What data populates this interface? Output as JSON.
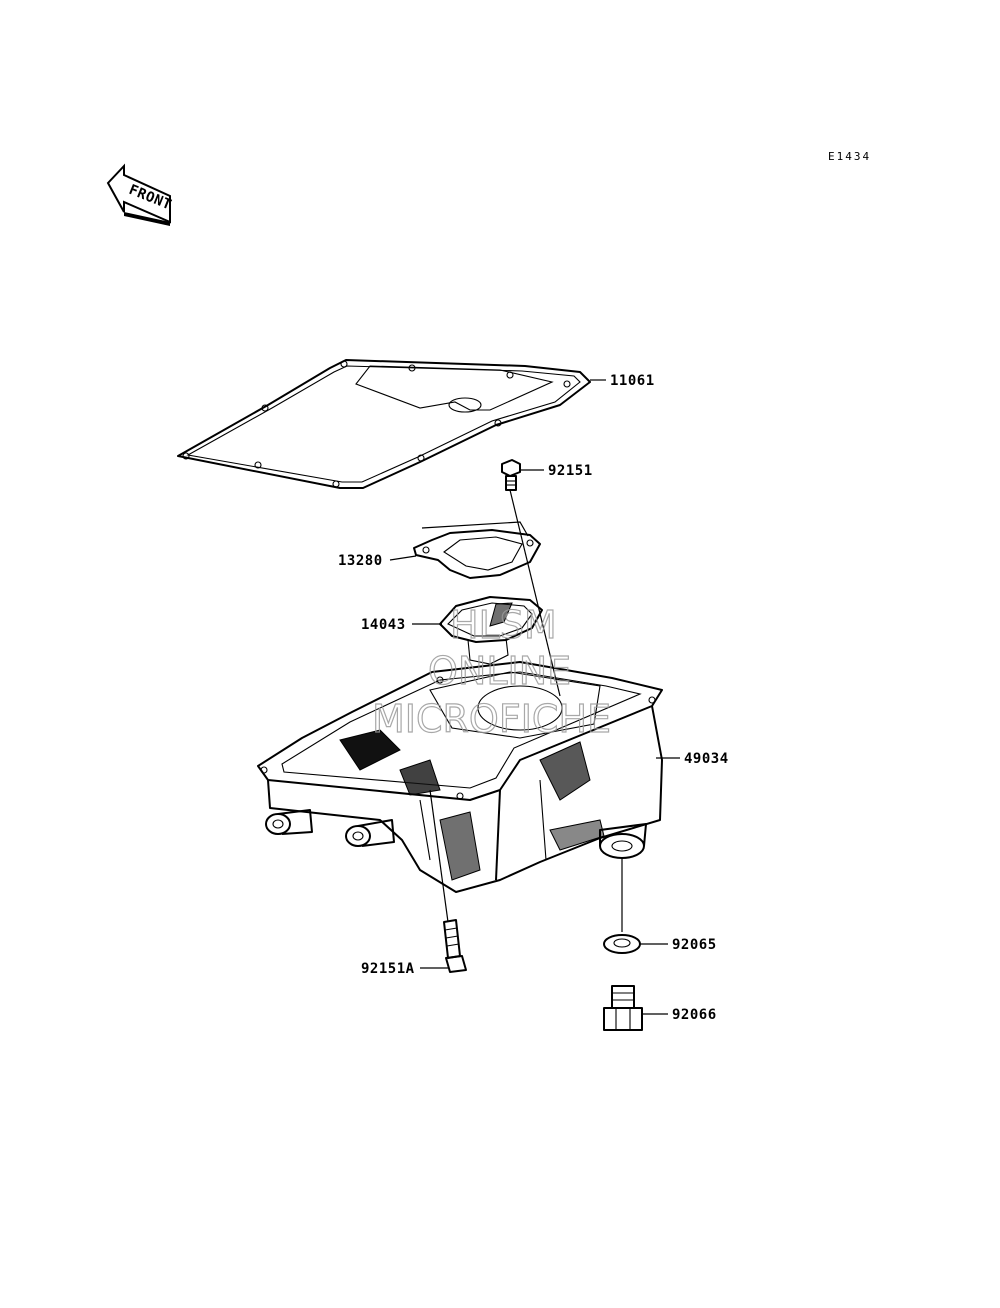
{
  "diagram_code": "E1434",
  "front_label": "FRONT",
  "watermark": [
    "HLSM",
    "ONLINE",
    "MICROFICHE"
  ],
  "callouts": [
    {
      "id": "gasket",
      "label": "11061"
    },
    {
      "id": "bolt-top",
      "label": "92151"
    },
    {
      "id": "gasket-small",
      "label": "13280"
    },
    {
      "id": "screen",
      "label": "14043"
    },
    {
      "id": "oil-pan",
      "label": "49034"
    },
    {
      "id": "bolt-bottom",
      "label": "92151A"
    },
    {
      "id": "washer",
      "label": "92065"
    },
    {
      "id": "drain-plug",
      "label": "92066"
    }
  ]
}
